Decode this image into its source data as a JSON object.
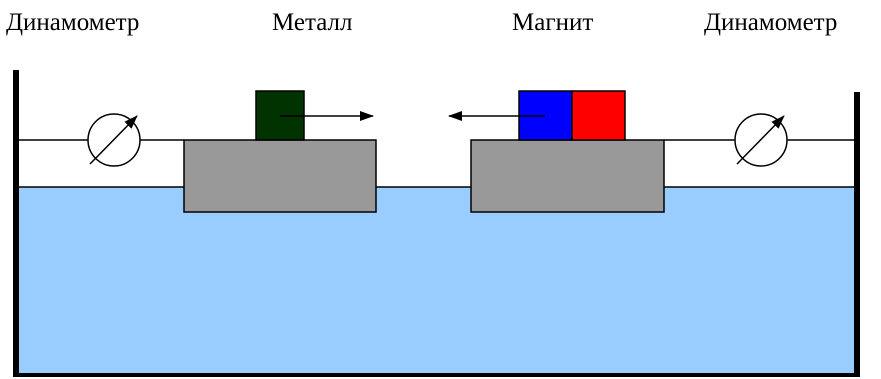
{
  "labels": {
    "dynamometer_left": "Динамометр",
    "metal": "Металл",
    "magnet": "Магнит",
    "dynamometer_right": "Динамометр"
  },
  "colors": {
    "water": "#99ccff",
    "block": "#999999",
    "metal_piece": "#003300",
    "magnet_north": "#0000ff",
    "magnet_south": "#ff0000",
    "lines": "#000000"
  },
  "icons": {
    "dynamometer": "circle-with-diagonal-arrow-icon",
    "arrow": "right-arrow / left-arrow"
  }
}
